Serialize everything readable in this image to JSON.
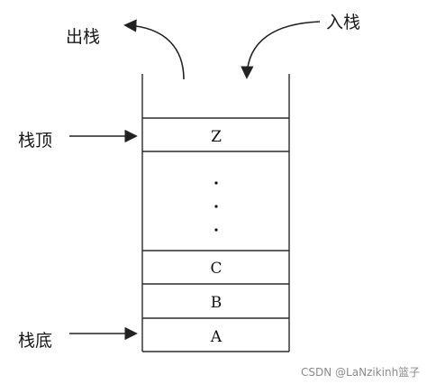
{
  "labels": {
    "pop": "出栈",
    "push": "入栈",
    "top": "栈顶",
    "bottom": "栈底"
  },
  "cells": {
    "top": "Z",
    "c": "C",
    "b": "B",
    "a": "A"
  },
  "watermark": "CSDN @LaNzikinh篮子",
  "colors": {
    "line": "#2a2a2a",
    "text": "#111111",
    "watermark": "#8a8a8a"
  }
}
